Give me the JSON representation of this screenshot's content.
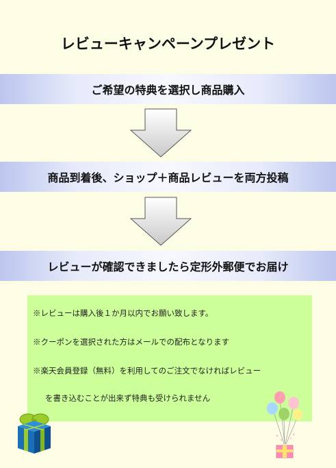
{
  "title": "レビューキャンペーンプレゼント",
  "steps": [
    "ご希望の特典を選択し商品購入",
    "商品到着後、ショップ＋商品レビューを両方投稿",
    "レビューが確認できましたら定形外郵便でお届け"
  ],
  "notes": [
    "※レビューは購入後１か月以内でお願い致します。",
    "※クーポンを選択された方はメールでの配布となります",
    "※楽天会員登録（無料）を利用してのご注文でなければレビュー",
    "を書き込むことが出来ず特典も受けられません"
  ],
  "icons": {
    "arrow": "down-arrow-icon",
    "gift": "gift-box-icon",
    "balloons": "balloons-gift-icon"
  },
  "colors": {
    "background": "#fdfde6",
    "step_band_edge": "#bcc6ee",
    "notes_box": "#ccff99"
  }
}
